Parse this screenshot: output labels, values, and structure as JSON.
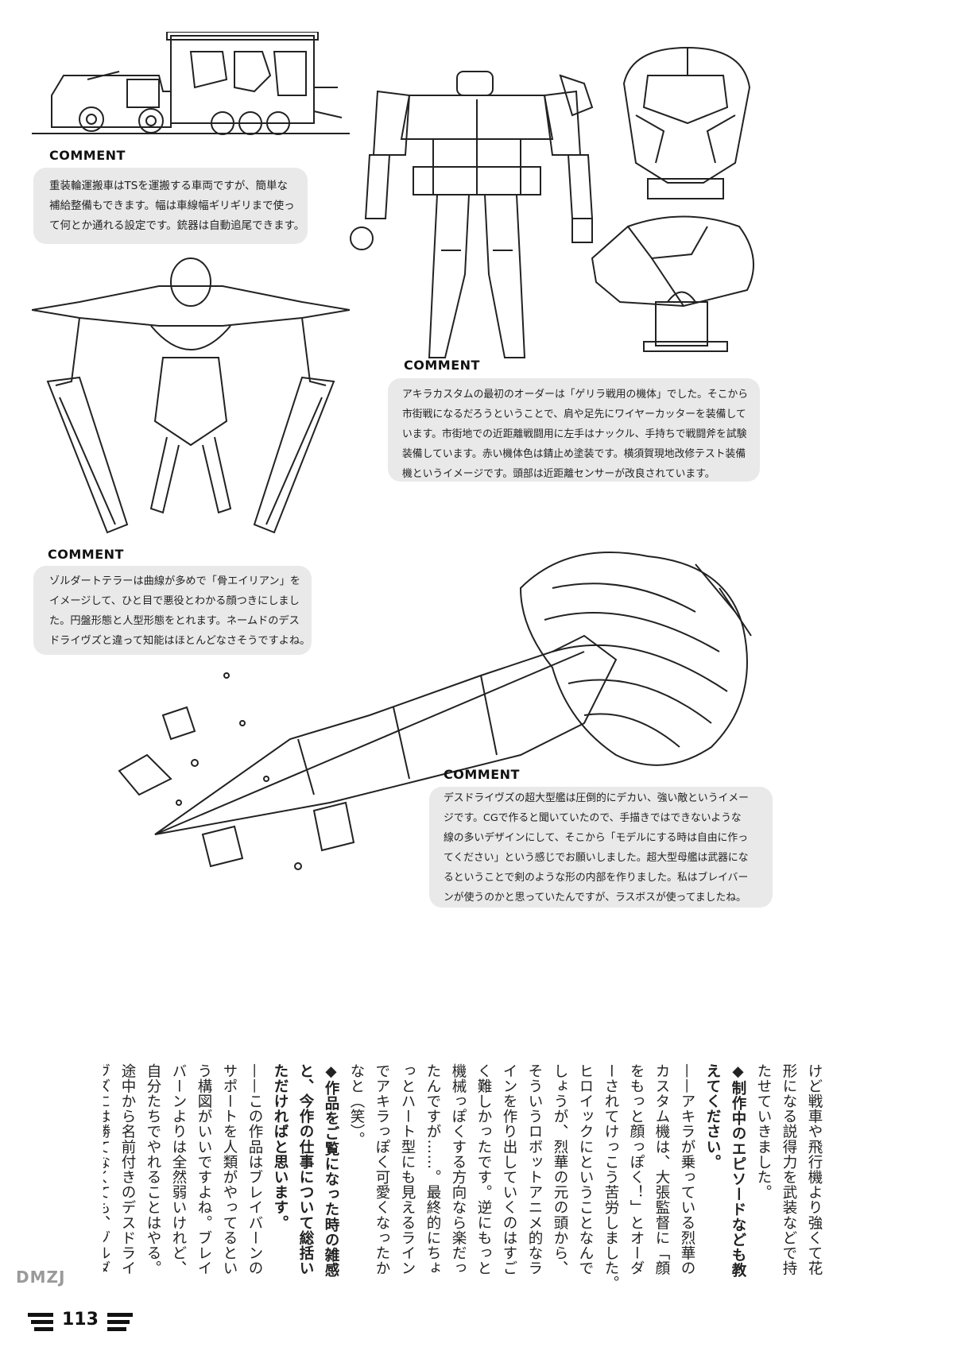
{
  "comment_label": "COMMENT",
  "comments": [
    {
      "text": "重装輪運搬車はTSを運搬する車両ですが、簡単な\n補給整備もできます。幅は車線幅ギリギリまで使っ\nて何とか通れる設定です。銃器は自動追尾できます。"
    },
    {
      "text": "アキラカスタムの最初のオーダーは「ゲリラ戦用の機体」でした。そこから\n市街戦になるだろうということで、肩や足先にワイヤーカッターを装備して\nいます。市街地での近距離戦闘用に左手はナックル、手持ちで戦闘斧を試験\n装備しています。赤い機体色は錆止め塗装です。横須賀現地改修テスト装備\n機というイメージです。頭部は近距離センサーが改良されています。"
    },
    {
      "text": "ゾルダートテラーは曲線が多めで「骨エイリアン」を\nイメージして、ひと目で悪役とわかる顔つきにしまし\nた。円盤形態と人型形態をとれます。ネームドのデス\nドライヴズと違って知能はほとんどなさそうですよね。"
    },
    {
      "text": "デスドライヴズの超大型艦は圧倒的にデカい、強い敵というイメー\nジです。CGで作ると聞いていたので、手描きではできないような\n線の多いデザインにして、そこから「モデルにする時は自由に作っ\nてください」という感じでお願いしました。超大型母艦は武器にな\nるということで剣のような形の内部を作りました。私はブレイバー\nンが使うのかと思っていたんですが、ラスボスが使ってましたね。"
    }
  ],
  "interview": [
    "けど戦車や飛行機より強くて花\n形になる説得力を武装などで持\nたせていきました。",
    "◆制作中のエピソードなども教\nえてください。",
    "——アキラが乗っている烈華の\nカスタム機は、大張監督に「顔\nをもっと顔っぽく！」とオーダ\nーされてけっこう苦労しました。\nヒロイックにということなんで\nしょうが、烈華の元の頭から、\nそういうロボットアニメ的なラ\nインを作り出していくのはすご\nく難しかったです。逆にもっと\n機械っぽくする方向なら楽だっ\nたんですが……。最終的にちょ\nっとハート型にも見えるライン\nでアキラっぽく可愛くなったか\nなと（笑）。",
    "◆作品をご覧になった時の雑感\nと、今作の仕事について総括い\nただければと思います。",
    "——この作品はブレイバーンの\nサポートを人類がやってるとい\nう構図がいいですよね。ブレイ\nバーンよりは全然弱いけれど、\n自分たちでやれることはやる。\n途中から名前付きのデスドライ\nヴズには勝てなくても、ゾルダ\nートテラーには勝てるようにな\nっていて、「お、TS頑張って\nるな！」と思って見ていました。"
  ],
  "page_number": "113",
  "watermark": "DMZJ"
}
